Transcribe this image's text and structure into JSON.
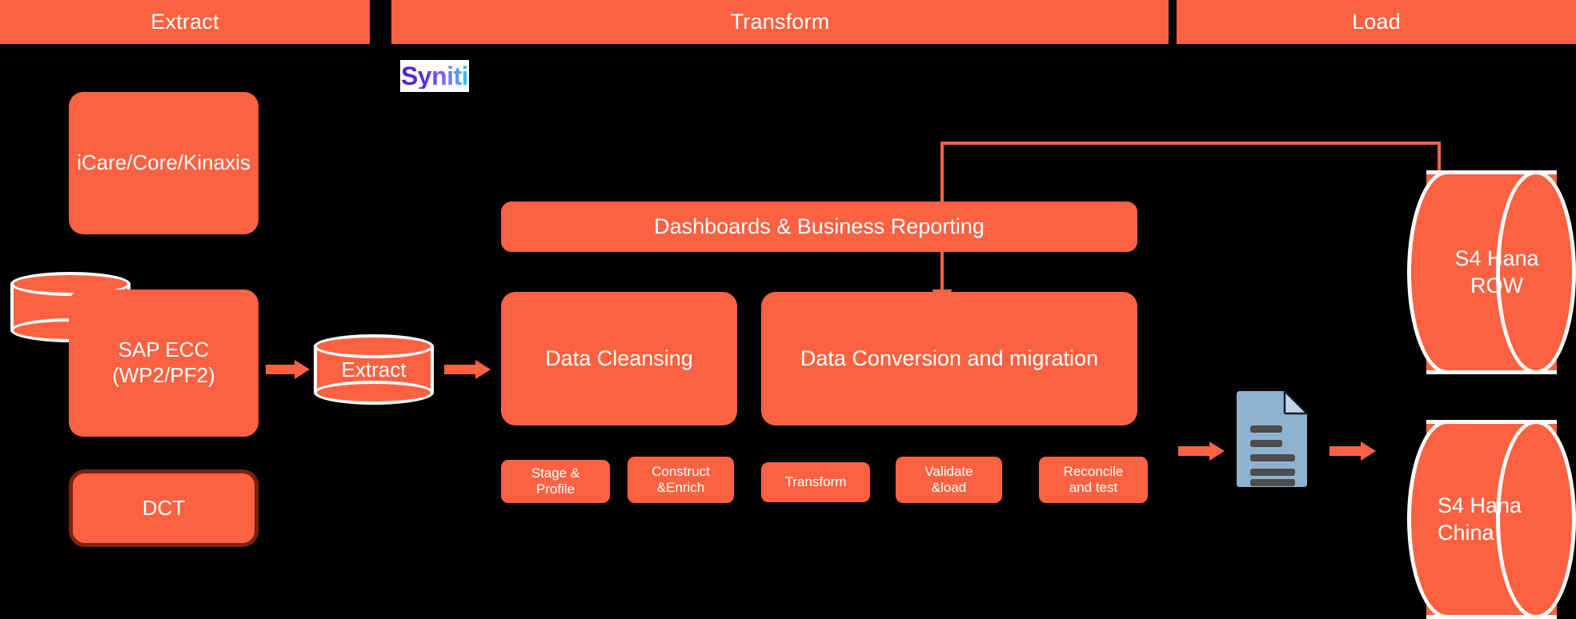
{
  "phases": [
    {
      "id": "extract",
      "label": "Extract"
    },
    {
      "id": "transform",
      "label": "Transform"
    },
    {
      "id": "load",
      "label": "Load"
    }
  ],
  "brand": {
    "logo_text": "Syniti"
  },
  "colors": {
    "accent_orange": "#FC6242",
    "background": "#000000",
    "text_on_accent": "#FFFFFF",
    "dct_border": "#7B2211",
    "document_body": "#8FB2D0",
    "document_lines": "#4D4D4D"
  },
  "extract_stage": {
    "source_systems": [
      {
        "name": "icare-core-kinaxis",
        "label": "iCare/Core/Kinaxis"
      },
      {
        "name": "sap-ecc",
        "label": "SAP ECC (WP2/PF2)",
        "line1": "SAP ECC",
        "line2": "(WP2/PF2)"
      },
      {
        "name": "dct",
        "label": "DCT"
      }
    ],
    "extract_store": {
      "label": "Extract"
    }
  },
  "transform_stage": {
    "reporting_box": {
      "label": "Dashboards & Business Reporting"
    },
    "process_boxes": [
      {
        "name": "data-cleansing",
        "label": "Data Cleansing"
      },
      {
        "name": "data-conversion",
        "label": "Data Conversion and migration"
      }
    ],
    "steps": [
      {
        "name": "stage-profile",
        "line1": "Stage &",
        "line2": "Profile"
      },
      {
        "name": "construct-enrich",
        "line1": "Construct",
        "line2": "&Enrich"
      },
      {
        "name": "transform",
        "line1": "Transform",
        "line2": ""
      },
      {
        "name": "validate-load",
        "line1": "Validate",
        "line2": "&load"
      },
      {
        "name": "reconcile-test",
        "line1": "Reconcile",
        "line2": "and test"
      }
    ]
  },
  "load_stage": {
    "targets": [
      {
        "name": "s4-hana-row",
        "line1": "S4 Hana",
        "line2": "ROW"
      },
      {
        "name": "s4-hana-china",
        "line1": "S4 Hana",
        "line2": "China"
      }
    ]
  },
  "icons": {
    "document": "document-icon",
    "database_cylinder": "database-cylinder-icon",
    "flow_arrow": "flow-arrow-icon"
  }
}
